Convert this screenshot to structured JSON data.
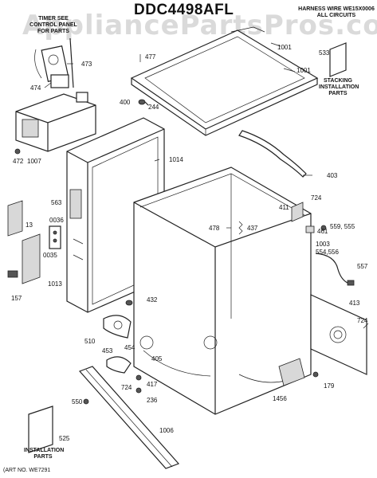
{
  "title": "DDC4498AFL",
  "watermark": "AppliancePartsPros.com",
  "timer_note": "TIMER SEE CONTROL PANEL FOR PARTS",
  "harness_note": "HARNESS WIRE WE15X0006 ALL CIRCUITS",
  "stacking_note": "STACKING INSTALLATION PARTS",
  "install_note": "INSTALLATION PARTS",
  "art_no": "(ART NO. WE7291",
  "parts": {
    "p1001a": "1001",
    "p1001b": "1001",
    "p477": "477",
    "p533": "533",
    "p473": "473",
    "p474": "474",
    "p400": "400",
    "p244": "244",
    "p472": "472",
    "p1007": "1007",
    "p1014": "1014",
    "p403": "403",
    "p563": "563",
    "p724a": "724",
    "p411": "411",
    "p13": "13",
    "p0036": "0036",
    "p478": "478",
    "p437": "437",
    "p461": "461",
    "p559": "559, 555",
    "p0035": "0035",
    "p1003": "1003",
    "p554": "554,556",
    "p557": "557",
    "p1013": "1013",
    "p157": "157",
    "p432": "432",
    "p413": "413",
    "p724b": "724",
    "p510": "510",
    "p454": "454",
    "p453": "453",
    "p405": "405",
    "p724c": "724",
    "p417": "417",
    "p236": "236",
    "p1456": "1456",
    "p179": "179",
    "p550": "550",
    "p1006": "1006",
    "p525": "525"
  }
}
